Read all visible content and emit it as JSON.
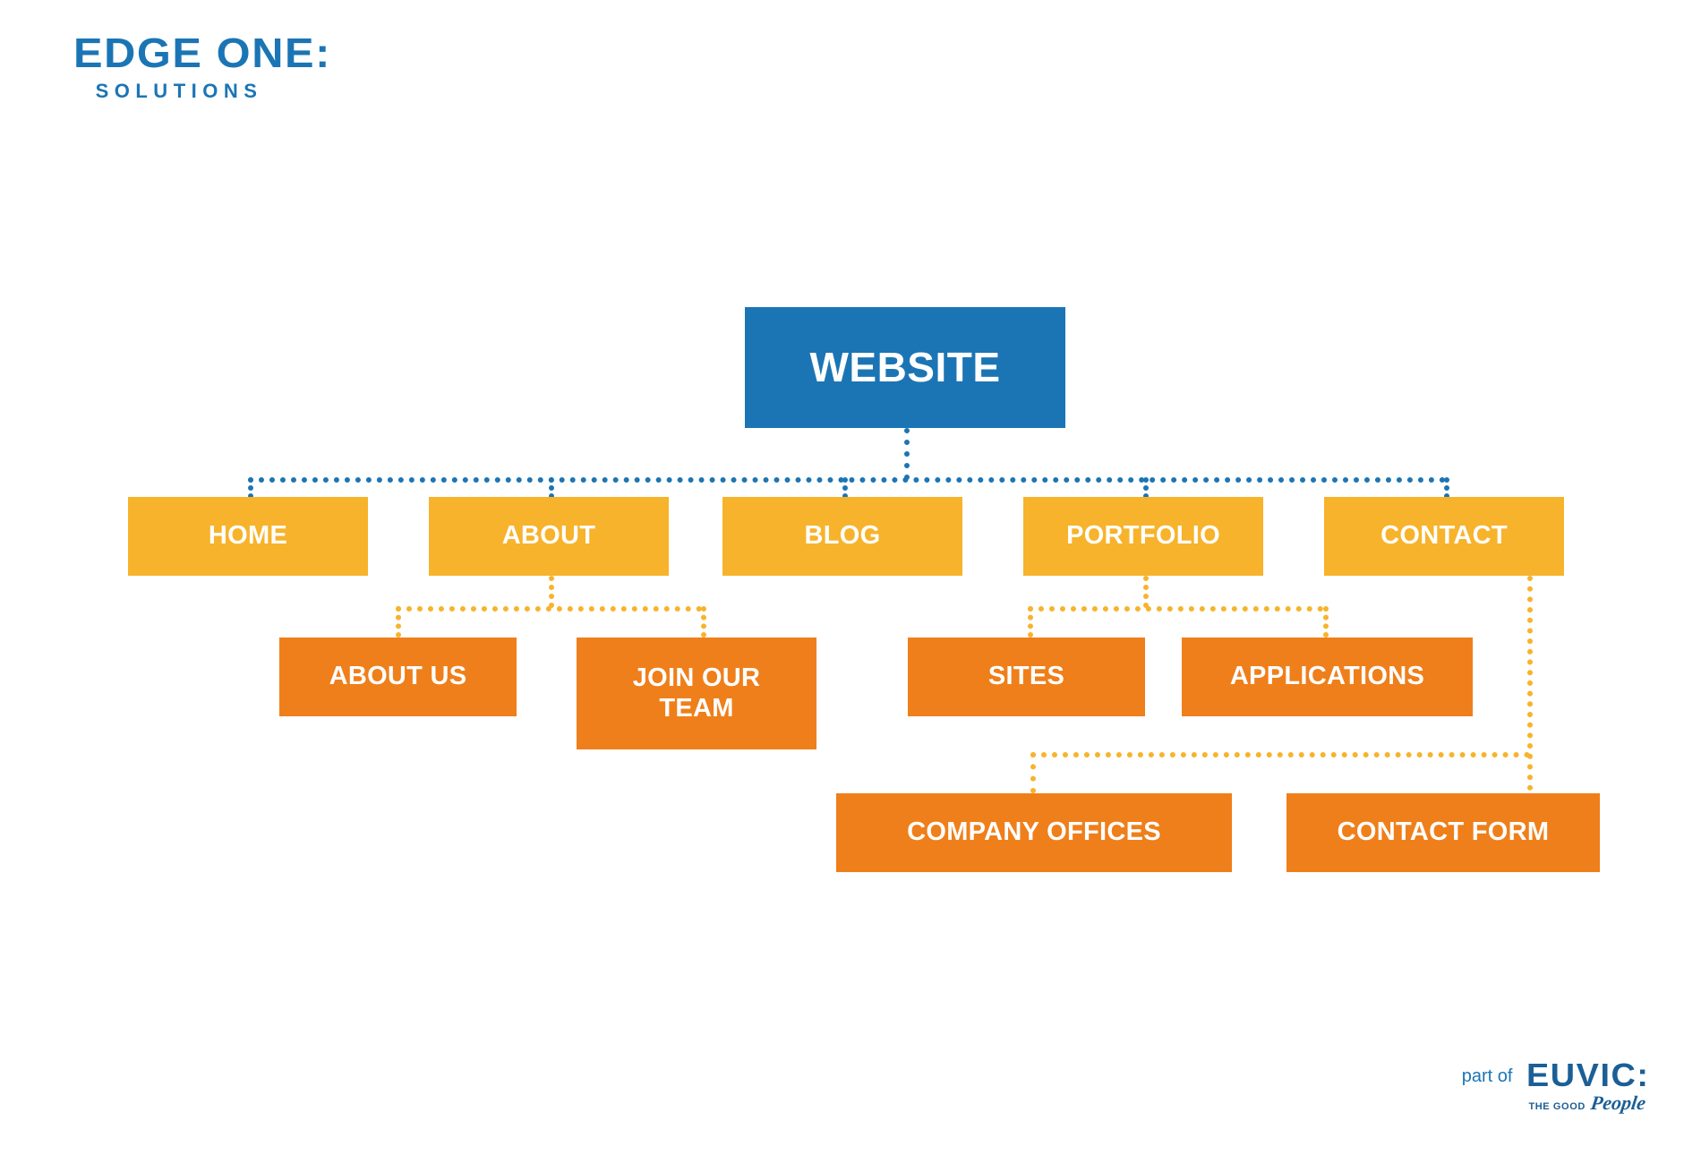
{
  "brand": {
    "wordmark": "EDGE ONE:",
    "subword": "SOLUTIONS",
    "color": "#1b75b5"
  },
  "colors": {
    "root_blue": "#1b75b5",
    "level2_yellow": "#f7b32b",
    "level3_orange": "#ef7f1a",
    "connector_blue": "#1b75b5",
    "connector_amber": "#f7b32b",
    "background": "#ffffff",
    "node_text": "#ffffff"
  },
  "sitemap": {
    "root": {
      "label": "WEBSITE",
      "level": 1
    },
    "level2": [
      {
        "label": "HOME",
        "id": "home"
      },
      {
        "label": "ABOUT",
        "id": "about"
      },
      {
        "label": "BLOG",
        "id": "blog"
      },
      {
        "label": "PORTFOLIO",
        "id": "portfolio"
      },
      {
        "label": "CONTACT",
        "id": "contact"
      }
    ],
    "level3": [
      {
        "label": "ABOUT US",
        "id": "about-us",
        "parent": "about"
      },
      {
        "label": "JOIN OUR TEAM",
        "id": "join-our-team",
        "parent": "about"
      },
      {
        "label": "SITES",
        "id": "sites",
        "parent": "portfolio"
      },
      {
        "label": "APPLICATIONS",
        "id": "applications",
        "parent": "portfolio"
      },
      {
        "label": "COMPANY OFFICES",
        "id": "company-offices",
        "parent": "contact"
      },
      {
        "label": "CONTACT FORM",
        "id": "contact-form",
        "parent": "contact"
      }
    ]
  },
  "footer": {
    "part_of": "part of",
    "euvic": "EUVIC:",
    "tagline_small": "THE GOOD",
    "tagline_script": "People"
  }
}
